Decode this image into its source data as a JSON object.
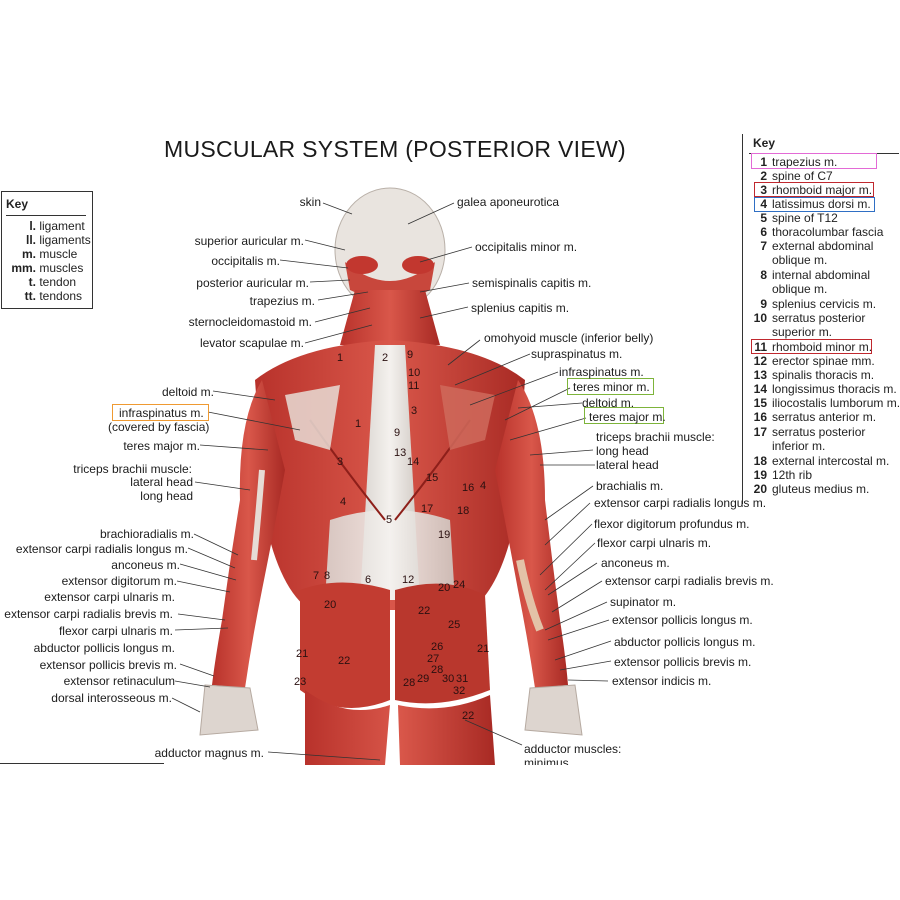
{
  "title": "MUSCULAR SYSTEM (POSTERIOR VIEW)",
  "left_key": {
    "heading": "Key",
    "rows": [
      {
        "abbr": "l.",
        "text": "ligament"
      },
      {
        "abbr": "ll.",
        "text": "ligaments"
      },
      {
        "abbr": "m.",
        "text": "muscle"
      },
      {
        "abbr": "mm.",
        "text": "muscles"
      },
      {
        "abbr": "t.",
        "text": "tendon"
      },
      {
        "abbr": "tt.",
        "text": "tendons"
      }
    ]
  },
  "right_key": {
    "heading": "Key",
    "items": [
      {
        "n": "1",
        "text": "trapezius m."
      },
      {
        "n": "2",
        "text": "spine of C7"
      },
      {
        "n": "3",
        "text": "rhomboid major m."
      },
      {
        "n": "4",
        "text": "latissimus dorsi m."
      },
      {
        "n": "5",
        "text": "spine of T12"
      },
      {
        "n": "6",
        "text": "thoracolumbar fascia"
      },
      {
        "n": "7",
        "text": "external abdominal",
        "text2": "oblique m."
      },
      {
        "n": "8",
        "text": "internal abdominal",
        "text2": "oblique m."
      },
      {
        "n": "9",
        "text": "splenius cervicis m."
      },
      {
        "n": "10",
        "text": "serratus posterior",
        "text2": "superior m."
      },
      {
        "n": "11",
        "text": "rhomboid minor m."
      },
      {
        "n": "12",
        "text": "erector spinae mm."
      },
      {
        "n": "13",
        "text": "spinalis thoracis m."
      },
      {
        "n": "14",
        "text": "longissimus thoracis m."
      },
      {
        "n": "15",
        "text": "iliocostalis lumborum m."
      },
      {
        "n": "16",
        "text": "serratus anterior m."
      },
      {
        "n": "17",
        "text": "serratus posterior",
        "text2": "inferior m."
      },
      {
        "n": "18",
        "text": "external intercostal m."
      },
      {
        "n": "19",
        "text": "12th rib"
      },
      {
        "n": "20",
        "text": "gluteus medius m."
      }
    ]
  },
  "highlight_colors": {
    "pink": "#e36ad6",
    "red": "#c0282e",
    "blue": "#2f6fc4",
    "orange": "#ef9a32",
    "green": "#7db43a"
  },
  "labels_left": {
    "skin": "skin",
    "superior_auricular": "superior auricular m.",
    "occipitalis": "occipitalis m.",
    "posterior_auricular": "posterior auricular m.",
    "trapezius": "trapezius m.",
    "sternocleidomastoid": "sternocleidomastoid m.",
    "levator_scapulae": "levator scapulae m.",
    "deltoid": "deltoid m.",
    "infraspinatus": "infraspinatus m.",
    "covered_by_fascia": "(covered by fascia)",
    "teres_major": "teres major m.",
    "triceps_brachii": "triceps brachii muscle:",
    "lateral_head": "lateral head",
    "long_head": "long head",
    "brachioradialis": "brachioradialis m.",
    "ext_carpi_rad_longus": "extensor carpi radialis longus m.",
    "anconeus": "anconeus m.",
    "ext_digitorum": "extensor digitorum m.",
    "ext_carpi_ulnaris": "extensor carpi ulnaris m.",
    "ext_carpi_rad_brevis": "extensor carpi radialis brevis m.",
    "flexor_carpi_ulnaris": "flexor carpi ulnaris m.",
    "abductor_pollicis_longus": "abductor pollicis longus m.",
    "ext_pollicis_brevis": "extensor pollicis brevis m.",
    "ext_retinaculum": "extensor retinaculum",
    "dorsal_interosseous": "dorsal interosseous m.",
    "adductor_magnus": "adductor magnus m."
  },
  "labels_right": {
    "galea": "galea aponeurotica",
    "occipitalis_minor": "occipitalis minor m.",
    "semispinalis_capitis": "semispinalis capitis m.",
    "splenius_capitis": "splenius capitis m.",
    "omohyoid": "omohyoid muscle (inferior belly)",
    "supraspinatus": "supraspinatus m.",
    "infraspinatus": "infraspinatus m.",
    "teres_minor": "teres minor m.",
    "deltoid": "deltoid m.",
    "teres_major": "teres major m.",
    "triceps_brachii": "triceps brachii muscle:",
    "long_head": "long head",
    "lateral_head": "lateral head",
    "brachialis": "brachialis m.",
    "ext_carpi_rad_longus": "extensor carpi radialis longus m.",
    "flexor_digitorum_profundus": "flexor digitorum profundus m.",
    "flexor_carpi_ulnaris": "flexor carpi ulnaris m.",
    "anconeus": "anconeus m.",
    "ext_carpi_rad_brevis": "extensor carpi radialis brevis m.",
    "supinator": "supinator m.",
    "ext_pollicis_longus": "extensor pollicis longus m.",
    "abductor_pollicis_longus": "abductor pollicis longus m.",
    "ext_pollicis_brevis": "extensor pollicis brevis m.",
    "ext_indicis": "extensor indicis m.",
    "adductor_muscles": "adductor muscles:",
    "minimus": "minimus"
  },
  "figure_numbers": [
    "1",
    "2",
    "9",
    "10",
    "11",
    "3",
    "1",
    "9",
    "3",
    "13",
    "14",
    "15",
    "16",
    "4",
    "4",
    "17",
    "18",
    "5",
    "19",
    "7",
    "8",
    "6",
    "12",
    "20",
    "24",
    "20",
    "22",
    "25",
    "26",
    "27",
    "28",
    "21",
    "22",
    "23",
    "21",
    "30",
    "31",
    "32",
    "28",
    "29",
    "22"
  ]
}
